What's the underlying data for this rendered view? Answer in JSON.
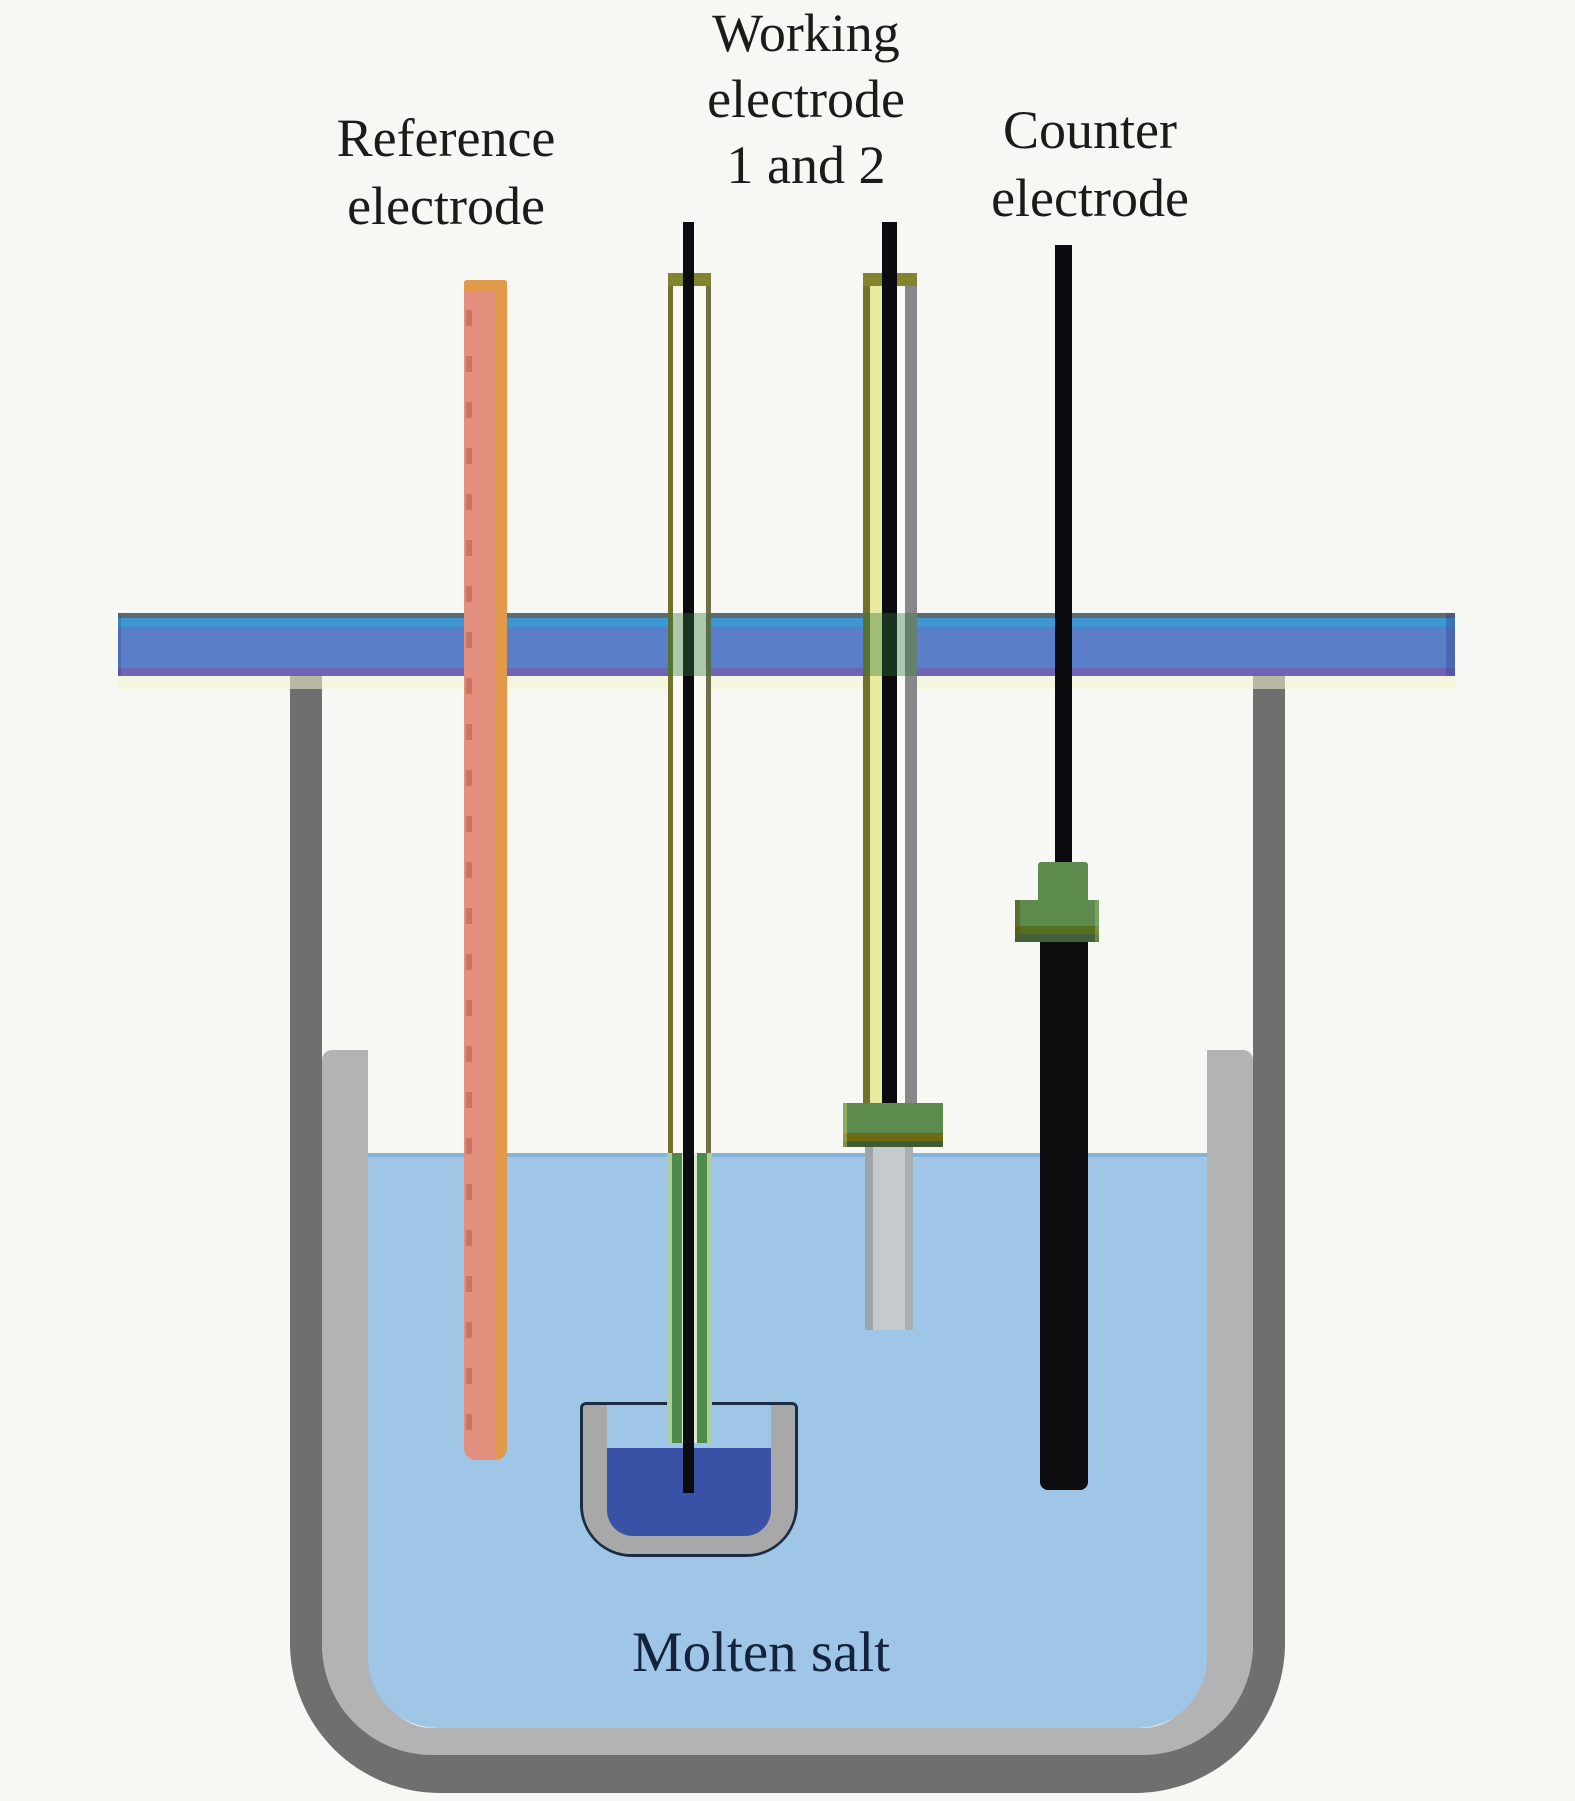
{
  "labels": {
    "reference": {
      "line1": "Reference",
      "line2": "electrode"
    },
    "working": {
      "line1": "Working",
      "line2": "electrode",
      "line3": "1 and 2"
    },
    "counter": {
      "line1": "Counter",
      "line2": "electrode"
    },
    "molten_salt": "Molten salt"
  },
  "colors": {
    "background": "#f7f7f4",
    "label-text": "#1b1b1b",
    "lid-blue": "#5b7ec8",
    "lid-bottom-strip": "#6f63b5",
    "crucible-outer": "#6f6f6f",
    "crucible-liner": "#b3b3b3",
    "salt-blue": "#9fc6e6",
    "salt-surface": "#85b4d6",
    "reference-salmon": "#e28f7e",
    "reference-orange": "#e09a4a",
    "tube-olive": "#72722c",
    "tube-pale": "#eae9a0",
    "green-fitting": "#5d8b4d",
    "wire-black": "#0c0c10",
    "rod-gray": "#b9bdc0",
    "inner-liquid-blue": "#3952a5",
    "inner-beaker-gray": "#a8a8a8",
    "beaker-outline": "#1c2b45",
    "molten-salt-text": "#13233d"
  }
}
